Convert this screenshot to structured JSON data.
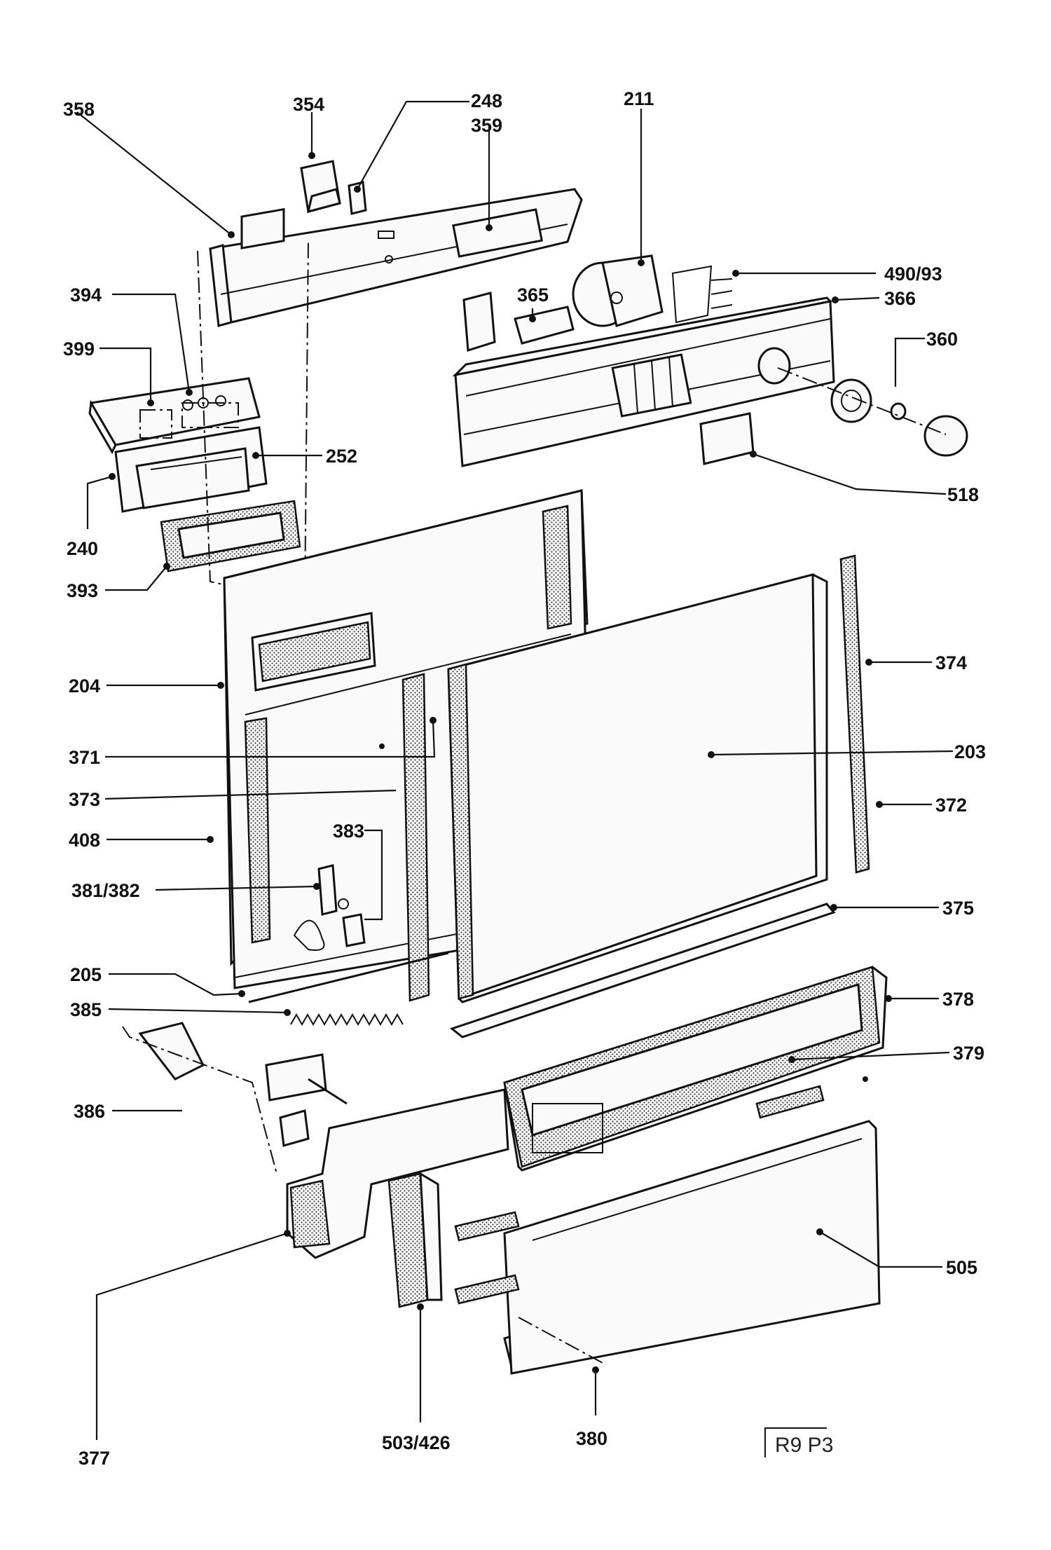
{
  "diagram": {
    "labels": {
      "p358": "358",
      "p354": "354",
      "p248": "248",
      "p359": "359",
      "p211": "211",
      "p49093": "490/93",
      "p366": "366",
      "p365": "365",
      "p360": "360",
      "p394": "394",
      "p399": "399",
      "p252": "252",
      "p518": "518",
      "p240": "240",
      "p393": "393",
      "p374": "374",
      "p204": "204",
      "p203": "203",
      "p371": "371",
      "p373": "373",
      "p372": "372",
      "p408": "408",
      "p383": "383",
      "p38182": "381/382",
      "p375": "375",
      "p205": "205",
      "p378": "378",
      "p385": "385",
      "p379": "379",
      "p386": "386",
      "p505": "505",
      "p377": "377",
      "p503426": "503/426",
      "p380": "380"
    },
    "reference_code": "R9 P3"
  }
}
